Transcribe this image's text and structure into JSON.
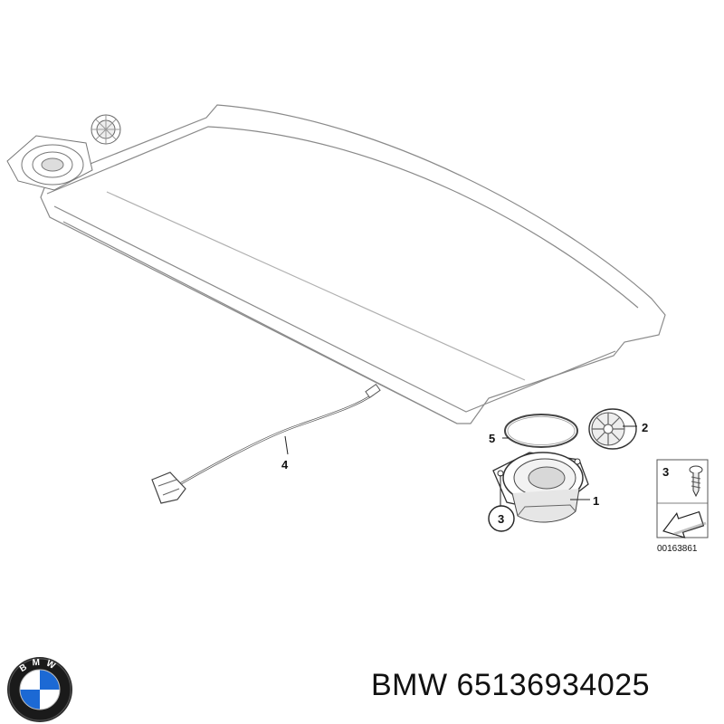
{
  "callouts": {
    "c1": "1",
    "c2": "2",
    "c3": "3",
    "c4": "4",
    "c5": "5"
  },
  "legend": {
    "item_number": "3",
    "ref_code": "00163861"
  },
  "brand_line": {
    "brand": "BMW",
    "part_number": "65136934025"
  },
  "logo": {
    "letters": "BMW",
    "colors": {
      "blue": "#1c69d4",
      "white": "#ffffff",
      "ring": "#1a1a1a"
    },
    "icon": "bmw-roundel-icon"
  },
  "colors": {
    "line": "#8a8a8a",
    "dark": "#333333"
  }
}
